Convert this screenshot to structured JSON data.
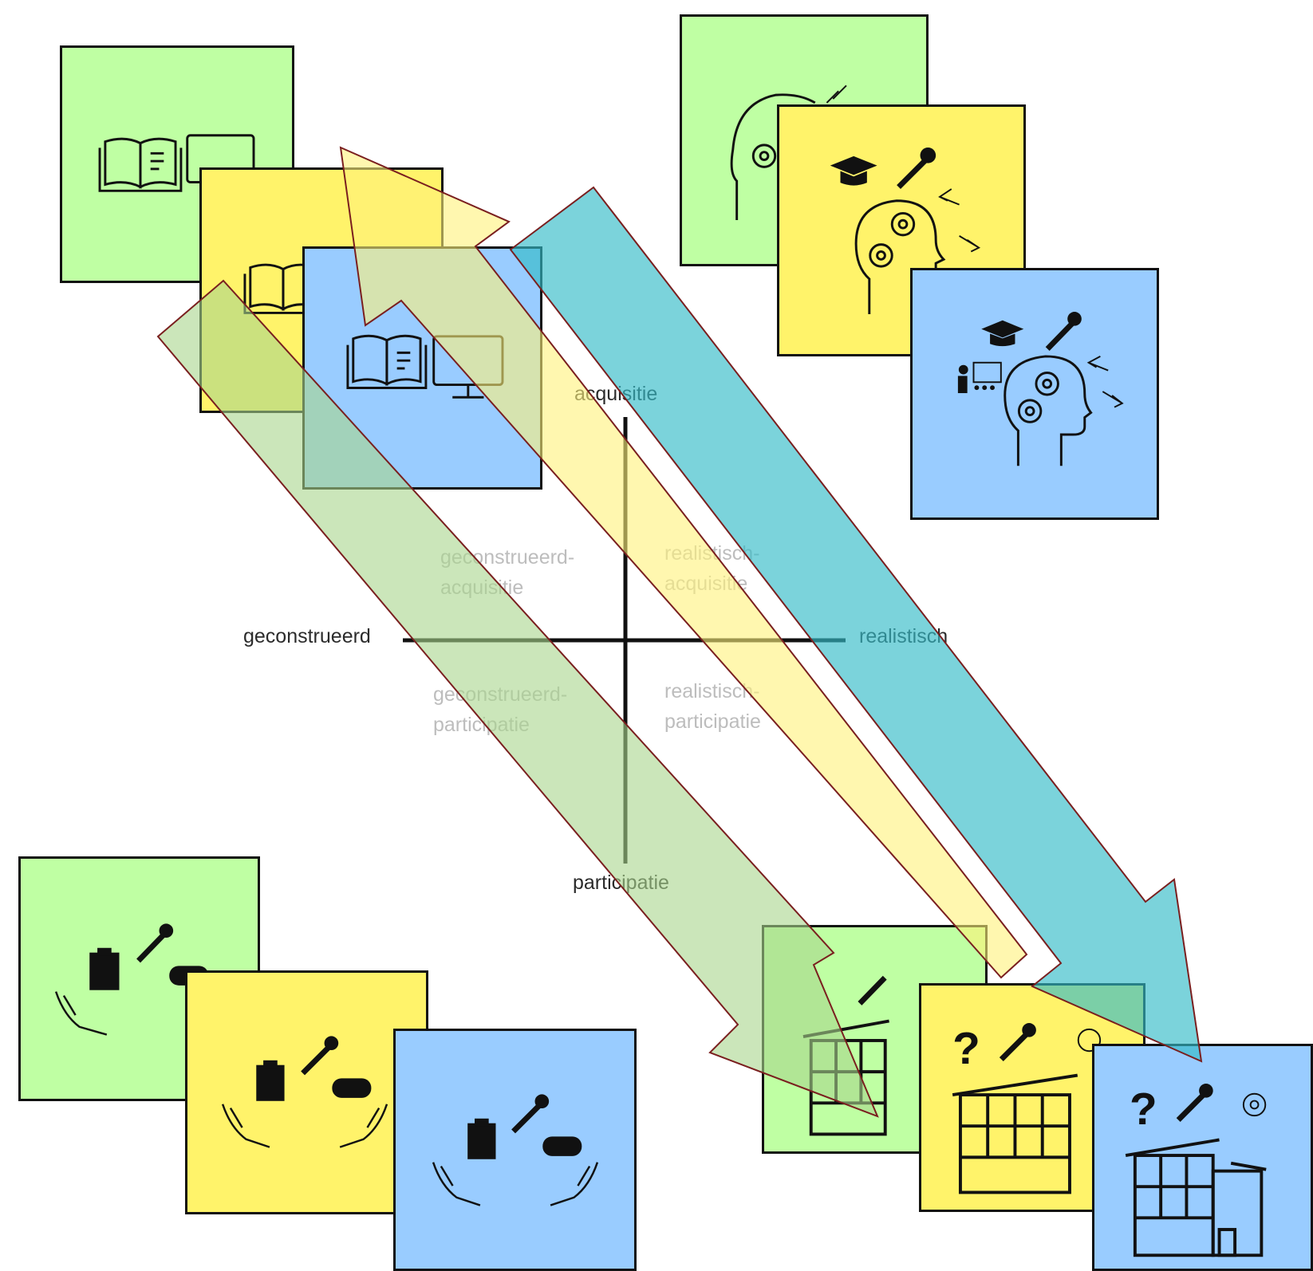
{
  "axes": {
    "top": "acquisitie",
    "bottom": "participatie",
    "left": "geconstrueerd",
    "right": "realistisch"
  },
  "quadrants": {
    "top_left": [
      "geconstrueerd-",
      "acquisitie"
    ],
    "top_right": [
      "realistisch-",
      "acquisitie"
    ],
    "bottom_left": [
      "geconstrueerd-",
      "participatie"
    ],
    "bottom_right": [
      "realistisch-",
      "participatie"
    ]
  },
  "colors": {
    "green": "#bfffa3",
    "yellow": "#fff36a",
    "blue": "#99ccff",
    "arrow_green": "#a8d58c",
    "arrow_yellow": "#fff27a",
    "arrow_blue": "#34bcc8",
    "arrow_outline": "#7a1f1f"
  },
  "card_groups": [
    {
      "group": "top-left",
      "icons": [
        "book-icon",
        "monitor-icon"
      ]
    },
    {
      "group": "top-right",
      "icons": [
        "head-gears-icon",
        "graduation-cap-icon",
        "wrench-icon",
        "arrows-icon",
        "teacher-icon"
      ]
    },
    {
      "group": "bottom-left",
      "icons": [
        "clipboard-icon",
        "wrench-icon",
        "vr-goggles-icon",
        "hands-icon"
      ]
    },
    {
      "group": "bottom-right",
      "icons": [
        "question-icon",
        "wrench-icon",
        "lightbulb-icon",
        "building-icon"
      ]
    }
  ]
}
